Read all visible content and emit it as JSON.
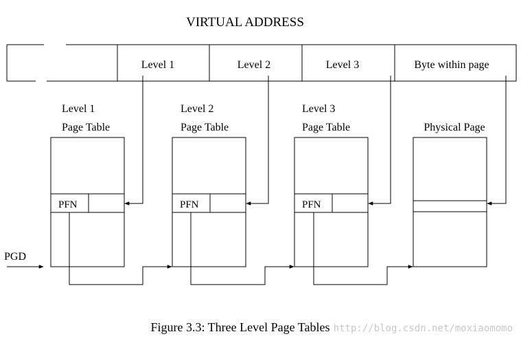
{
  "title": "VIRTUAL ADDRESS",
  "address_fields": {
    "level1": "Level 1",
    "level2": "Level 2",
    "level3": "Level 3",
    "byte_within_page": "Byte within page"
  },
  "tables": [
    {
      "title_line1": "Level 1",
      "title_line2": "Page Table",
      "entry_label": "PFN"
    },
    {
      "title_line1": "Level 2",
      "title_line2": "Page Table",
      "entry_label": "PFN"
    },
    {
      "title_line1": "Level 3",
      "title_line2": "Page Table",
      "entry_label": "PFN"
    }
  ],
  "physical_page_label": "Physical Page",
  "pgd_label": "PGD",
  "caption": "Figure 3.3: Three Level Page Tables",
  "watermark": "http://blog.csdn.net/moxiaomomo"
}
